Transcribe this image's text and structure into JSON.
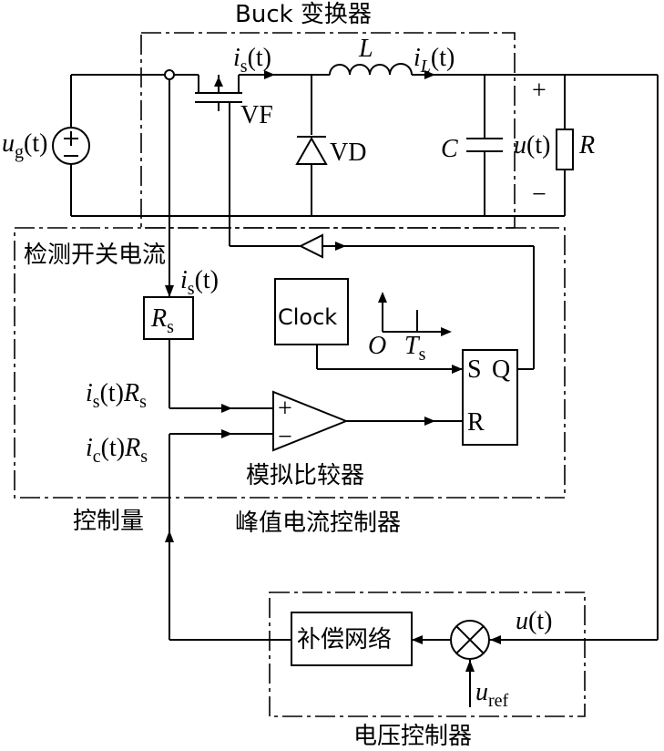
{
  "labels": {
    "buck_converter": "Buck 变换器",
    "sense_switch_current": "检测开关电流",
    "peak_current_controller": "峰值电流控制器",
    "voltage_controller": "电压控制器",
    "analog_comparator": "模拟比较器",
    "control_quantity": "控制量",
    "clock": "Clock",
    "compensation_network": "补偿网络",
    "vf": "VF",
    "vd": "VD",
    "sr_s": "S",
    "sr_q": "Q",
    "sr_r": "R",
    "plus": "+",
    "minus": "−",
    "comp_plus": "+",
    "comp_minus": "−"
  },
  "symbols": {
    "ug_main": "u",
    "ug_sub": "g",
    "ug_arg": "(t)",
    "is_main": "i",
    "is_sub": "s",
    "is_arg": "(t)",
    "il_main": "i",
    "il_sub": "L",
    "il_arg": "(t)",
    "L": "L",
    "C": "C",
    "R": "R",
    "ut_main": "u",
    "ut_arg": "(t)",
    "is2_main": "i",
    "is2_sub": "s",
    "is2_arg": "(t)",
    "rs_main": "R",
    "rs_sub": "s",
    "isrs_i": "i",
    "isrs_isub": "s",
    "isrs_arg": "(t)",
    "isrs_r": "R",
    "isrs_rsub": "s",
    "icrs_i": "i",
    "icrs_isub": "c",
    "icrs_arg": "(t)",
    "icrs_r": "R",
    "icrs_rsub": "s",
    "axis_origin": "O",
    "ts_main": "T",
    "ts_sub": "s",
    "ut2_main": "u",
    "ut2_arg": "(t)",
    "uref_main": "u",
    "uref_sub": "ref"
  }
}
